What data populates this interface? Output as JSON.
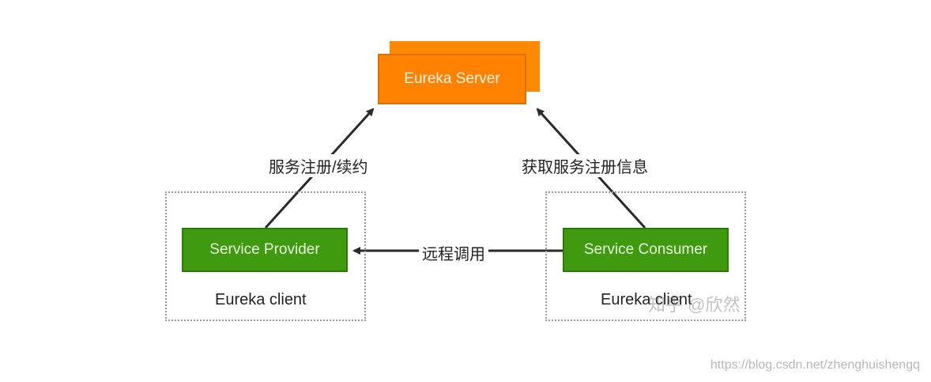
{
  "server": {
    "label": "Eureka Server"
  },
  "provider": {
    "label": "Service Provider",
    "group_label": "Eureka client"
  },
  "consumer": {
    "label": "Service Consumer",
    "group_label": "Eureka client"
  },
  "edges": {
    "register": "服务注册/续约",
    "fetch": "获取服务注册信息",
    "remote_call": "远程调用"
  },
  "watermark": "知乎 @欣然",
  "source_url": "https://blog.csdn.net/zhenghuishengq",
  "colors": {
    "server": "#ff8300",
    "client": "#3f9a10",
    "arrow": "#2b2b2b"
  }
}
